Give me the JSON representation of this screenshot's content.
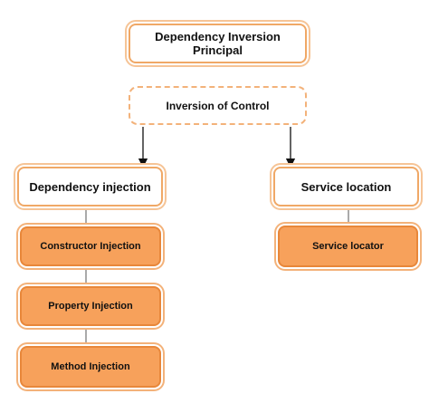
{
  "nodes": {
    "dependency_inversion_principal": "Dependency Inversion Principal",
    "inversion_of_control": "Inversion of Control",
    "dependency_injection": "Dependency injection",
    "service_location": "Service location",
    "constructor_injection": "Constructor Injection",
    "property_injection": "Property Injection",
    "method_injection": "Method Injection",
    "service_locator": "Service locator"
  },
  "colors": {
    "orange_fill": "#f7a15b",
    "orange_border": "#e8873a",
    "light_orange_border": "#f6c496"
  }
}
